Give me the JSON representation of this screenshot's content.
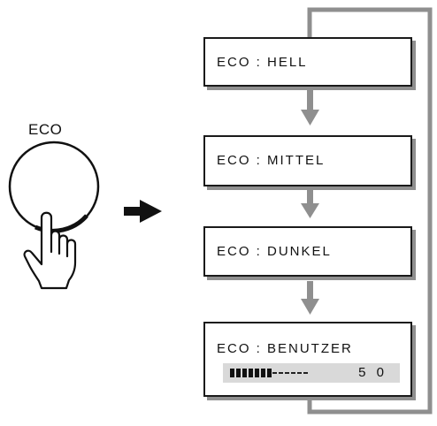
{
  "button": {
    "label": "ECO"
  },
  "modes": [
    {
      "label": "ECO : HELL"
    },
    {
      "label": "ECO : MITTEL"
    },
    {
      "label": "ECO : DUNKEL"
    },
    {
      "label": "ECO : BENUTZER"
    }
  ],
  "user_slider": {
    "value_text": "5 0",
    "level": 0.5
  },
  "colors": {
    "flow_line": "#8f8f8f",
    "box_border": "#1a1a1a",
    "slider_track": "#d9d9d9"
  },
  "icons": [
    "hand-press-icon",
    "right-arrow-icon",
    "down-arrow-icon",
    "loop-arrow-icon"
  ]
}
